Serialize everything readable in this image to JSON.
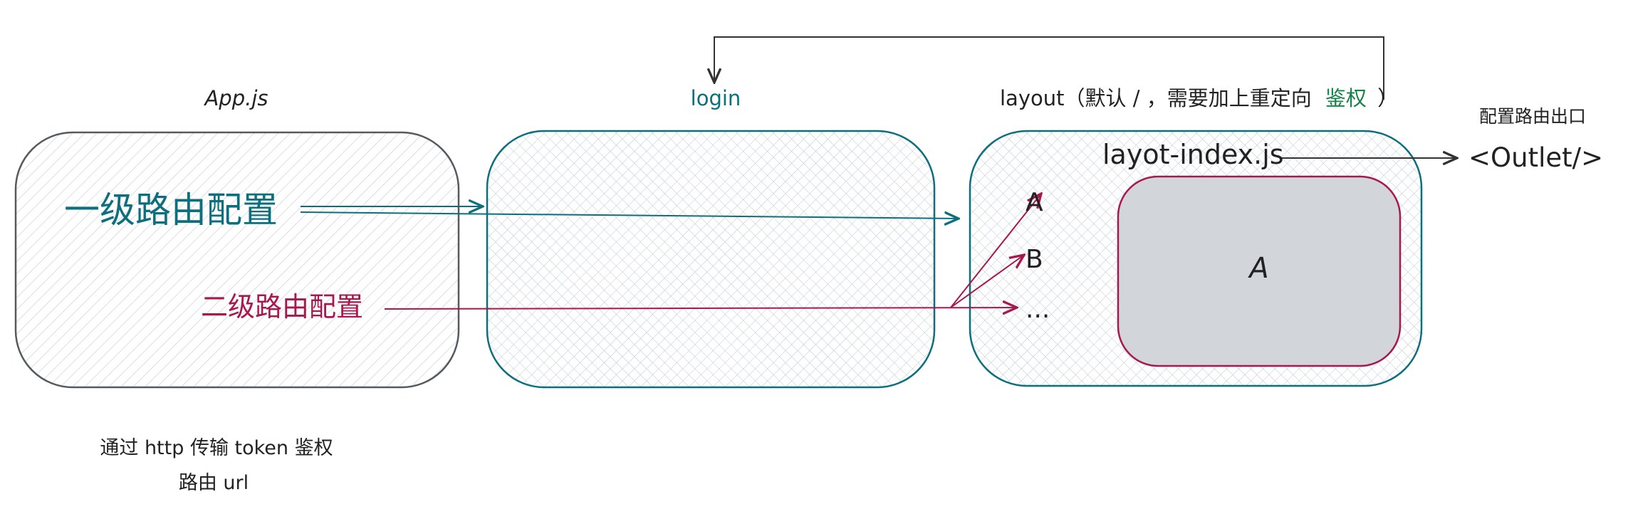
{
  "colors": {
    "teal": "#0c6f7e",
    "crimson": "#a8184f",
    "dark": "#333333",
    "green": "#17824a",
    "gray_fill": "#d2d5da"
  },
  "labels": {
    "app_js": "App.js",
    "login": "login",
    "layout_prefix": "layout（默认 / ，需要加上重定向",
    "auth": "鉴权",
    "layout_suffix": "）",
    "outlet_caption": "配置路由出口",
    "outlet_tag": "<Outlet/>",
    "layout_index": "layot-index.js",
    "first_level": "一级路由配置",
    "second_level": "二级路由配置",
    "child_a": "A",
    "child_b": "B",
    "child_more": "...",
    "inner_a": "A",
    "token_note": "通过 http 传输 token 鉴权",
    "route_note": "路由 url"
  }
}
